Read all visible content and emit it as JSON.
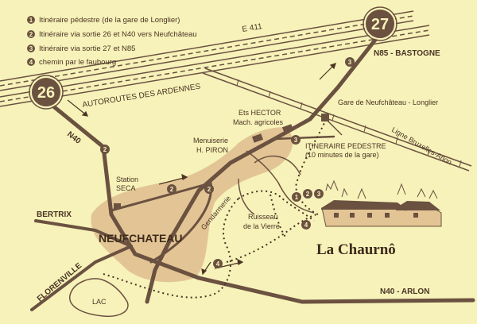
{
  "legend": [
    {
      "num": "1",
      "text": "Itinéraire pédestre (de la gare de Longlier)"
    },
    {
      "num": "2",
      "text": "Itinéraire via sortie 26 et N40 vers Neufchâteau"
    },
    {
      "num": "3",
      "text": "Itinéraire via sortie 27 et N85"
    },
    {
      "num": "4",
      "text": "chemin par le faubourg"
    }
  ],
  "exits": {
    "exit26": "26",
    "exit27": "27"
  },
  "route_labels": {
    "e411": "E 411",
    "autoroutes": "AUTOROUTES DES ARDENNES",
    "n40": "N40",
    "n85_bastogne": "N85 - BASTOGNE",
    "n40_arlon": "N40 - ARLON",
    "bertrix": "BERTRIX",
    "florenville": "FLORENVILLE",
    "ligne": "Ligne Bruxelles-Arlon"
  },
  "places": {
    "gare": "Gare de Neufchâteau - Longlier",
    "hector_1": "Ets HECTOR",
    "hector_2": "Mach. agricoles",
    "menuiserie_1": "Menuiserie",
    "menuiserie_2": "H. PIRON",
    "station_1": "Station",
    "station_2": "SECA",
    "gendarmerie": "Gendarmerie",
    "ruisseau_1": "Ruisseau",
    "ruisseau_2": "de la Vierre",
    "itineraire_1": "ITINERAIRE PEDESTRE",
    "itineraire_2": "(10 minutes de la gare)",
    "town": "NEUFCHATEAU",
    "lac": "LAC",
    "destination": "La Chaurnô"
  },
  "markers": {
    "n40_2": "2",
    "station_2": "2",
    "gendarmerie_2": "2",
    "hector_3": "3",
    "n85_3": "3",
    "dest_1": "1",
    "dest_2": "2",
    "dest_3": "3",
    "dest_4": "4",
    "faubourg_4": "4"
  },
  "colors": {
    "background": "#f6f2b9",
    "road": "#6b5140",
    "town_area": "#e3c595",
    "ink": "#4a3424"
  }
}
